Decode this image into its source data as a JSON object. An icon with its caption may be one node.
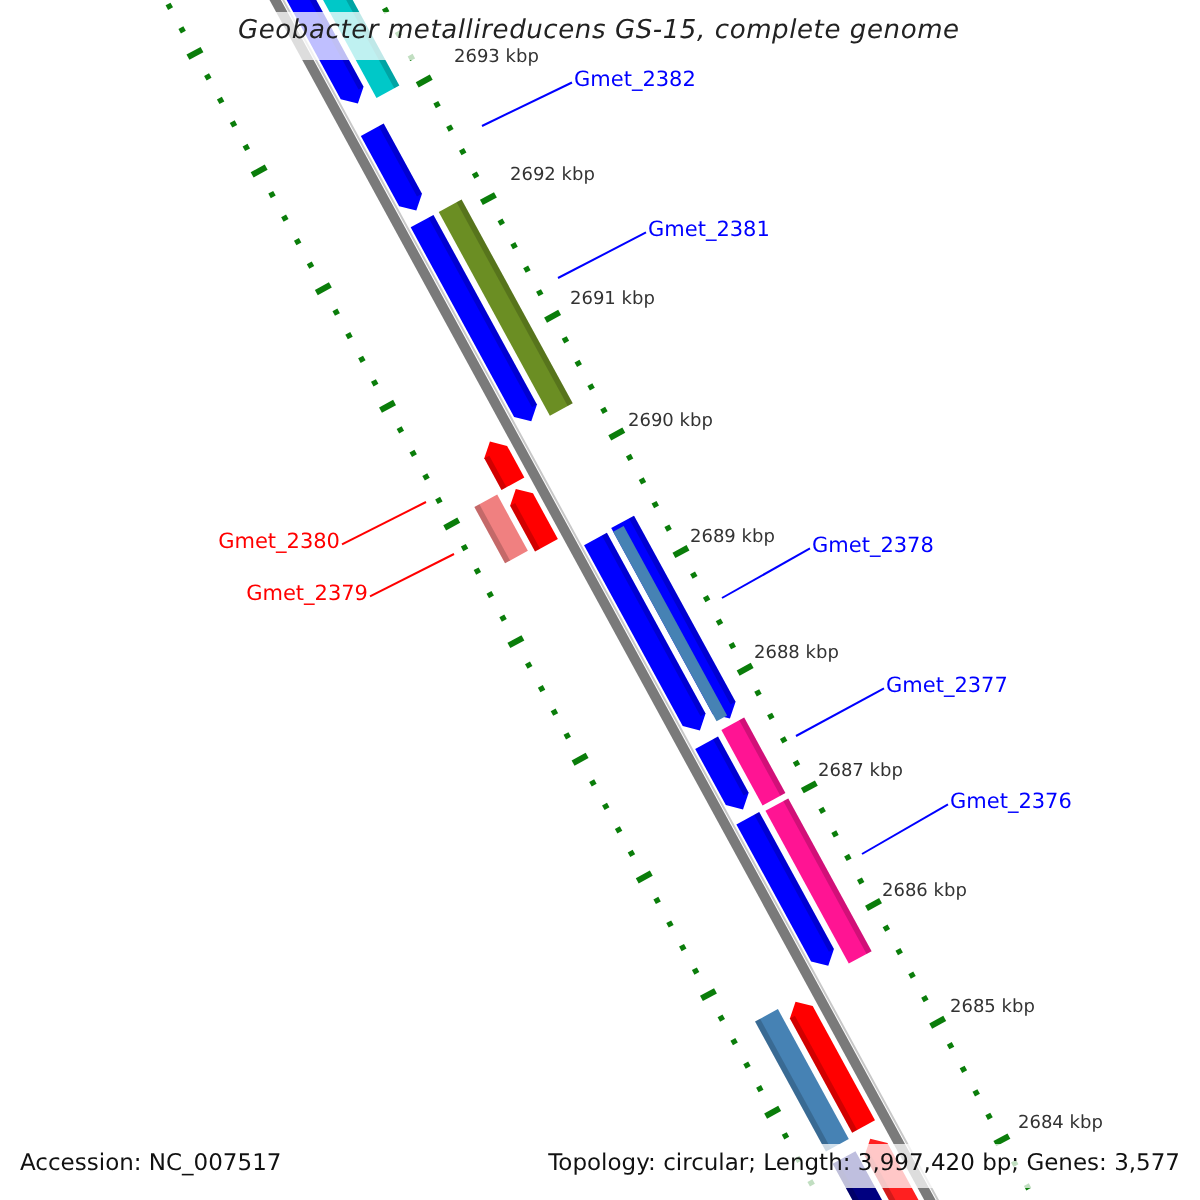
{
  "diagram": {
    "title": "Geobacter metallireducens GS-15, complete genome",
    "nodes": [
      {
        "text": [
          "Gmet_2382"
        ]
      },
      {
        "text": [
          "Gmet_2381"
        ]
      },
      {
        "text": [
          "Gmet_2380"
        ]
      },
      {
        "text": [
          "Gmet_2378"
        ]
      },
      {
        "text": [
          "Gmet_2379"
        ]
      },
      {
        "text": [
          "Gmet_2377"
        ]
      },
      {
        "text": [
          "Gmet_2376"
        ]
      }
    ],
    "edges": [
      {
        "from": 0,
        "to": null,
        "arrow": "none"
      },
      {
        "from": 1,
        "to": null,
        "arrow": "none"
      },
      {
        "from": 2,
        "to": null,
        "arrow": "none",
        "color": "#ff0000"
      },
      {
        "from": 3,
        "to": null,
        "arrow": "none"
      },
      {
        "from": 4,
        "to": null,
        "arrow": "none",
        "color": "#ff0000"
      },
      {
        "from": 5,
        "to": null,
        "arrow": "none"
      },
      {
        "from": 6,
        "to": null,
        "arrow": "none"
      }
    ],
    "labels": [
      "2693 kbp",
      "2692 kbp",
      "2691 kbp",
      "2690 kbp",
      "2689 kbp",
      "2688 kbp",
      "2687 kbp",
      "2686 kbp",
      "2685 kbp",
      "2684 kbp",
      "Accession: NC_007517",
      "Topology: circular; Length: 3,997,420 bp; Genes: 3,577"
    ]
  }
}
